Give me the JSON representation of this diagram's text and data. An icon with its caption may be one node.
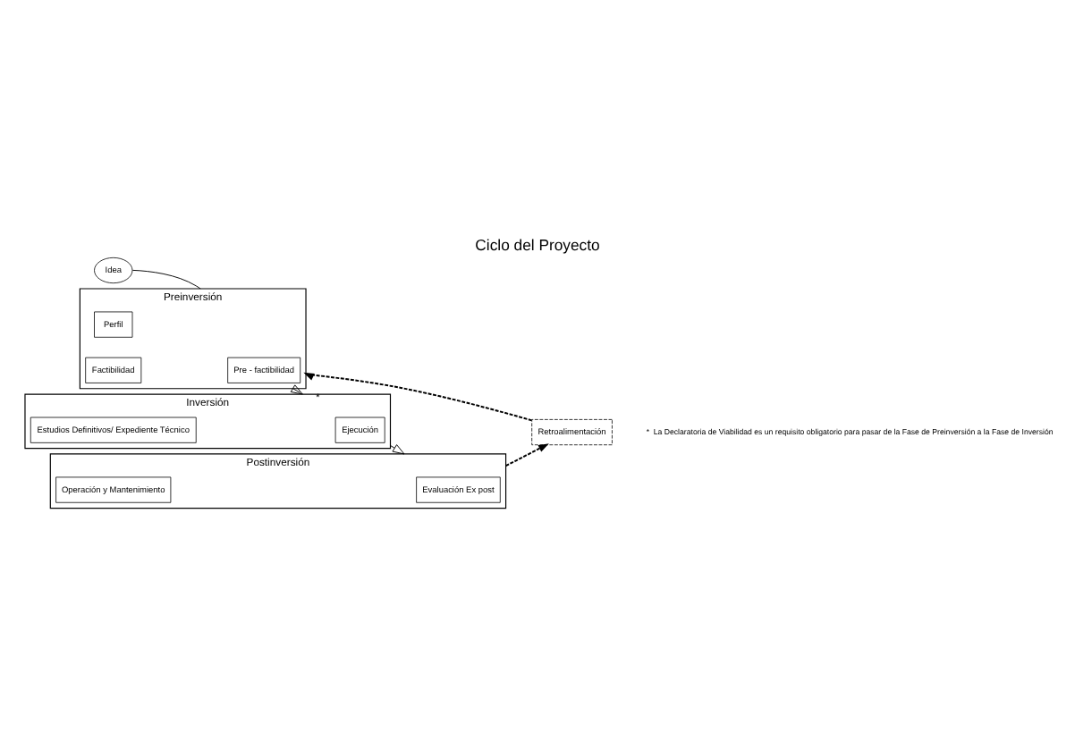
{
  "diagram": {
    "title": "Ciclo del Proyecto",
    "nodes": [
      {
        "text": [
          "Idea"
        ]
      },
      {
        "text": [
          "Preinversión"
        ]
      },
      {
        "text": [
          "Perfil"
        ],
        "in": 1
      },
      {
        "text": [
          "Pre - factibilidad"
        ],
        "in": 1
      },
      {
        "text": [
          "Factibilidad"
        ],
        "in": 1
      },
      {
        "text": [
          "Inversión"
        ]
      },
      {
        "text": [
          "Estudios Definitivos/ Expediente Técnico"
        ],
        "in": 5
      },
      {
        "text": [
          "Ejecución"
        ],
        "in": 5
      },
      {
        "text": [
          "Postinversión"
        ]
      },
      {
        "text": [
          "Operación y Mantenimiento"
        ],
        "in": 8
      },
      {
        "text": [
          "Evaluación Ex post"
        ],
        "in": 8
      },
      {
        "text": [
          "Retroalimentación"
        ]
      }
    ],
    "edges": [
      {
        "from": 0,
        "to": 1,
        "arrow": "none"
      },
      {
        "from": 1,
        "to": 5,
        "arrow": "to",
        "label": "*"
      },
      {
        "from": 5,
        "to": 8,
        "arrow": "to"
      },
      {
        "from": 8,
        "to": 11,
        "arrow": "to",
        "style": "dashed"
      },
      {
        "from": 11,
        "to": 1,
        "arrow": "to",
        "style": "dashed"
      }
    ],
    "labels": [
      "*",
      "La Declaratoria de Viabilidad es un requisito obligatorio para pasar de la Fase de Preinversión a la Fase de Inversión"
    ]
  }
}
